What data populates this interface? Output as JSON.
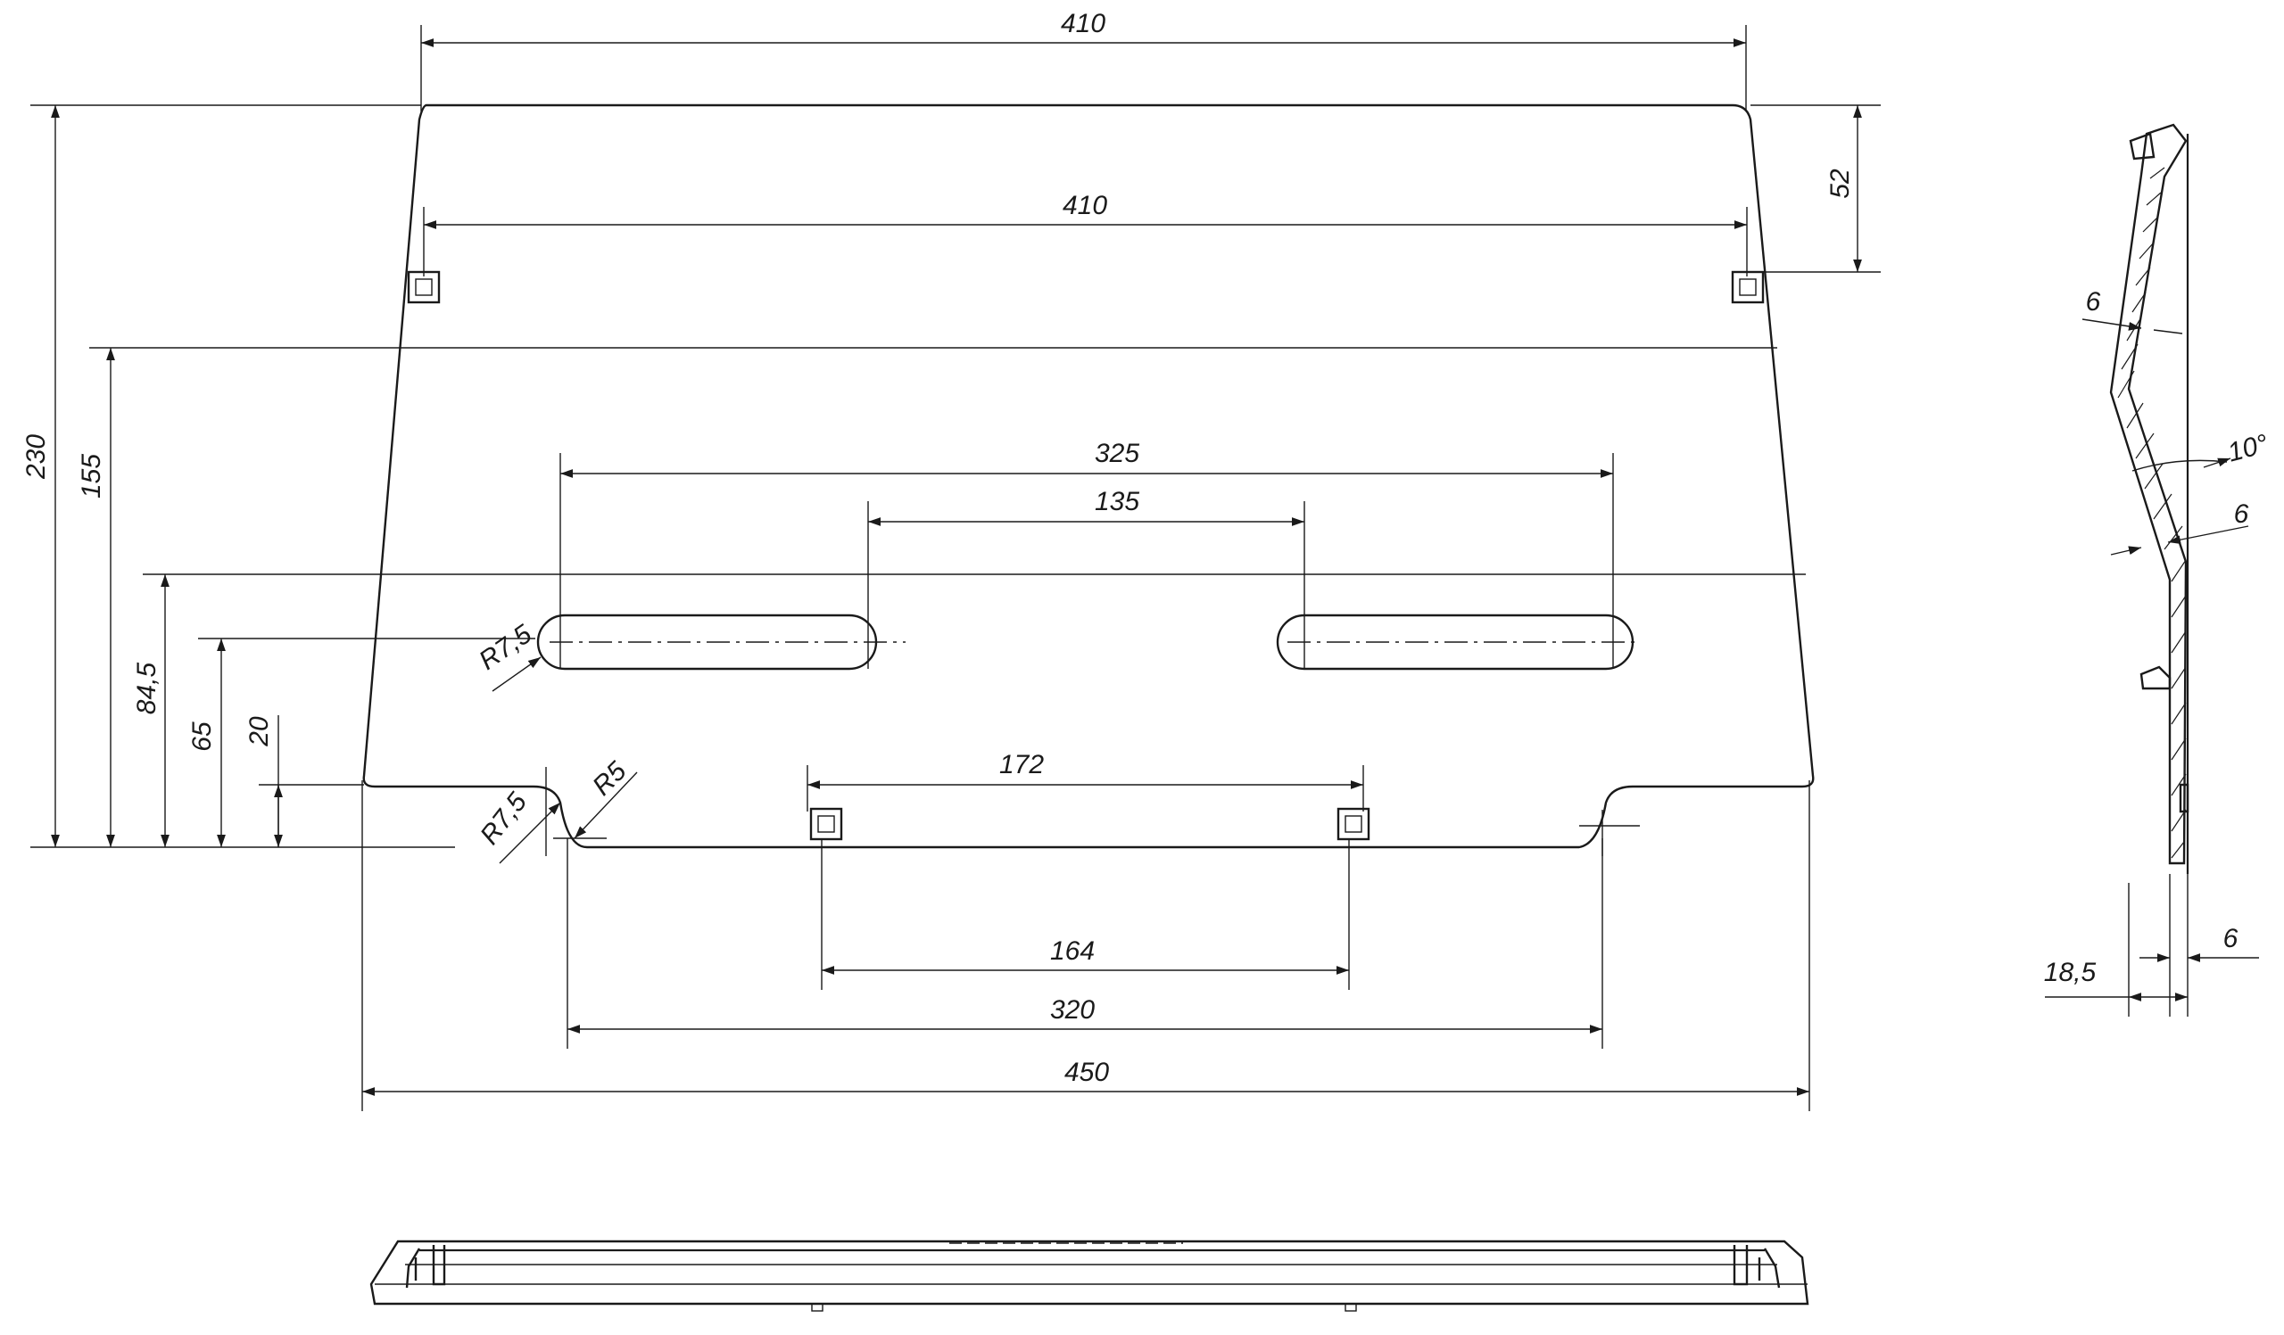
{
  "dimensions": {
    "top_width": "410",
    "bolt_spacing_top": "410",
    "top_offset": "52",
    "total_height": "230",
    "height_155": "155",
    "height_84_5": "84,5",
    "height_65": "65",
    "height_20": "20",
    "slot_span": "325",
    "slot_gap": "135",
    "slot_radius": "R7,5",
    "corner_radius_r7_5": "R7,5",
    "corner_radius_r5": "R5",
    "lower_bolt_spacing": "172",
    "lower_bolt_center": "164",
    "notch_span": "320",
    "bottom_width": "450",
    "side_thickness_top": "6",
    "side_angle": "10°",
    "side_thickness_mid": "6",
    "side_thickness_bottom": "6",
    "side_depth": "18,5"
  }
}
